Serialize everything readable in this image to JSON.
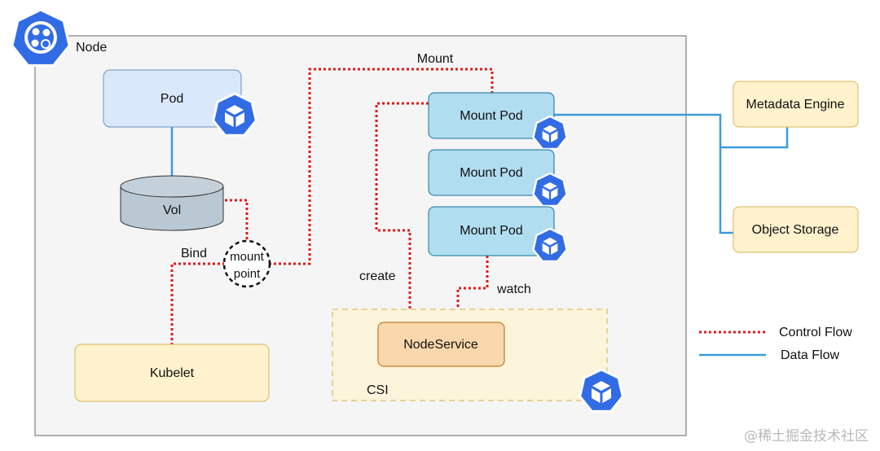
{
  "node": {
    "label": "Node"
  },
  "pod": {
    "label": "Pod"
  },
  "vol": {
    "label": "Vol"
  },
  "bind": {
    "label": "Bind"
  },
  "mount_point": {
    "line1": "mount",
    "line2": "point"
  },
  "kubelet": {
    "label": "Kubelet"
  },
  "mount": {
    "label": "Mount"
  },
  "create": {
    "label": "create"
  },
  "watch": {
    "label": "watch"
  },
  "mount_pods": [
    {
      "label": "Mount Pod"
    },
    {
      "label": "Mount Pod"
    },
    {
      "label": "Mount Pod"
    }
  ],
  "node_service": {
    "label": "NodeService"
  },
  "csi": {
    "label": "CSI"
  },
  "metadata_engine": {
    "label": "Metadata Engine"
  },
  "object_storage": {
    "label": "Object Storage"
  },
  "legend": {
    "control_flow": "Control Flow",
    "data_flow": "Data Flow"
  },
  "watermark": "@稀土掘金技术社区",
  "colors": {
    "control_flow": "#e01b1b",
    "data_flow": "#3a9bdc",
    "k8s_blue": "#326ce5",
    "pod_fill": "#dae8fc",
    "mount_pod_fill": "#b1ddf0",
    "yellow_fill": "#fff2cc",
    "node_service_fill": "#fad7ac",
    "vol_fill": "#bac8d3"
  },
  "icons": [
    "kubernetes-logo-icon",
    "kubernetes-cube-icon"
  ]
}
